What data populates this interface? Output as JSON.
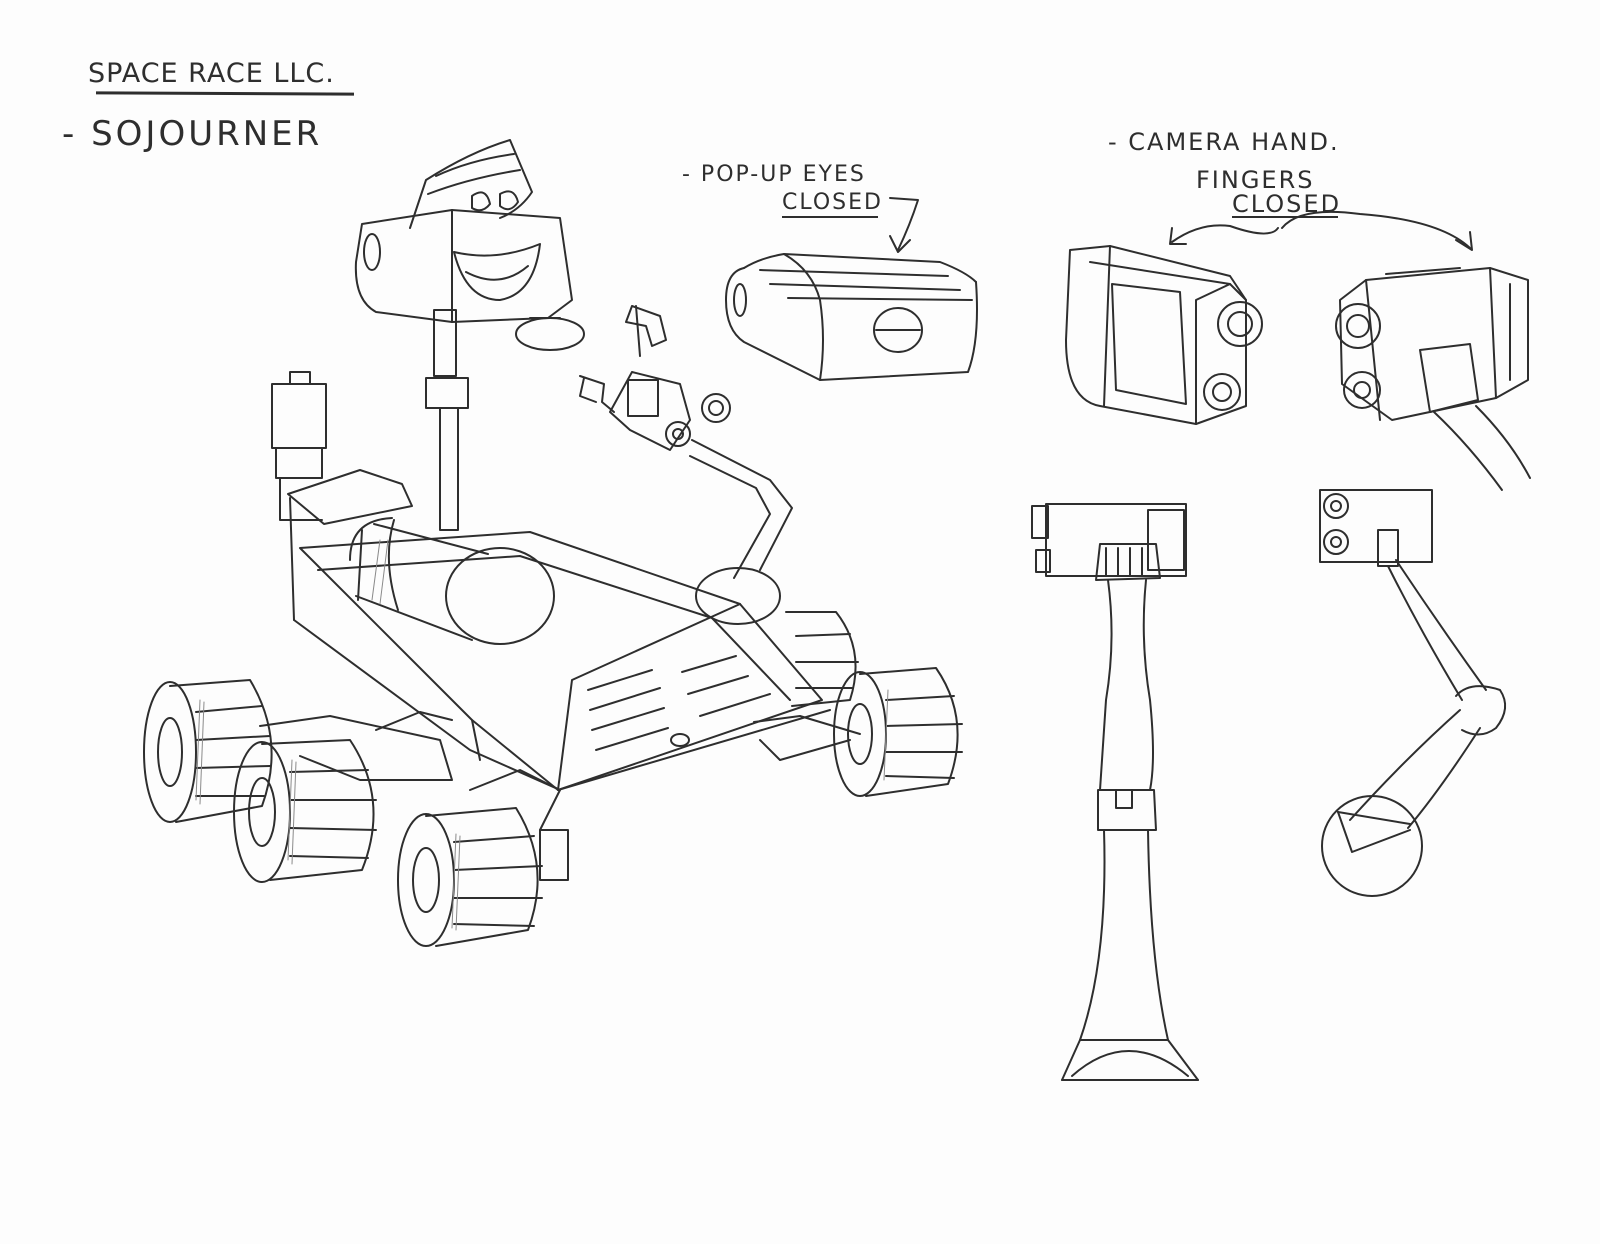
{
  "sheet": {
    "company": "SPACE RACE LLC.",
    "character": "- SOJOURNER",
    "notes": [
      {
        "line1": "- POP-UP EYES",
        "line2": "CLOSED"
      },
      {
        "line1": "- CAMERA HAND.",
        "line2": "FINGERS",
        "line3": "CLOSED"
      }
    ]
  },
  "style": {
    "ink": "#2e2e2e",
    "paper": "#fdfdfd",
    "shade": "#8a8a8a"
  }
}
